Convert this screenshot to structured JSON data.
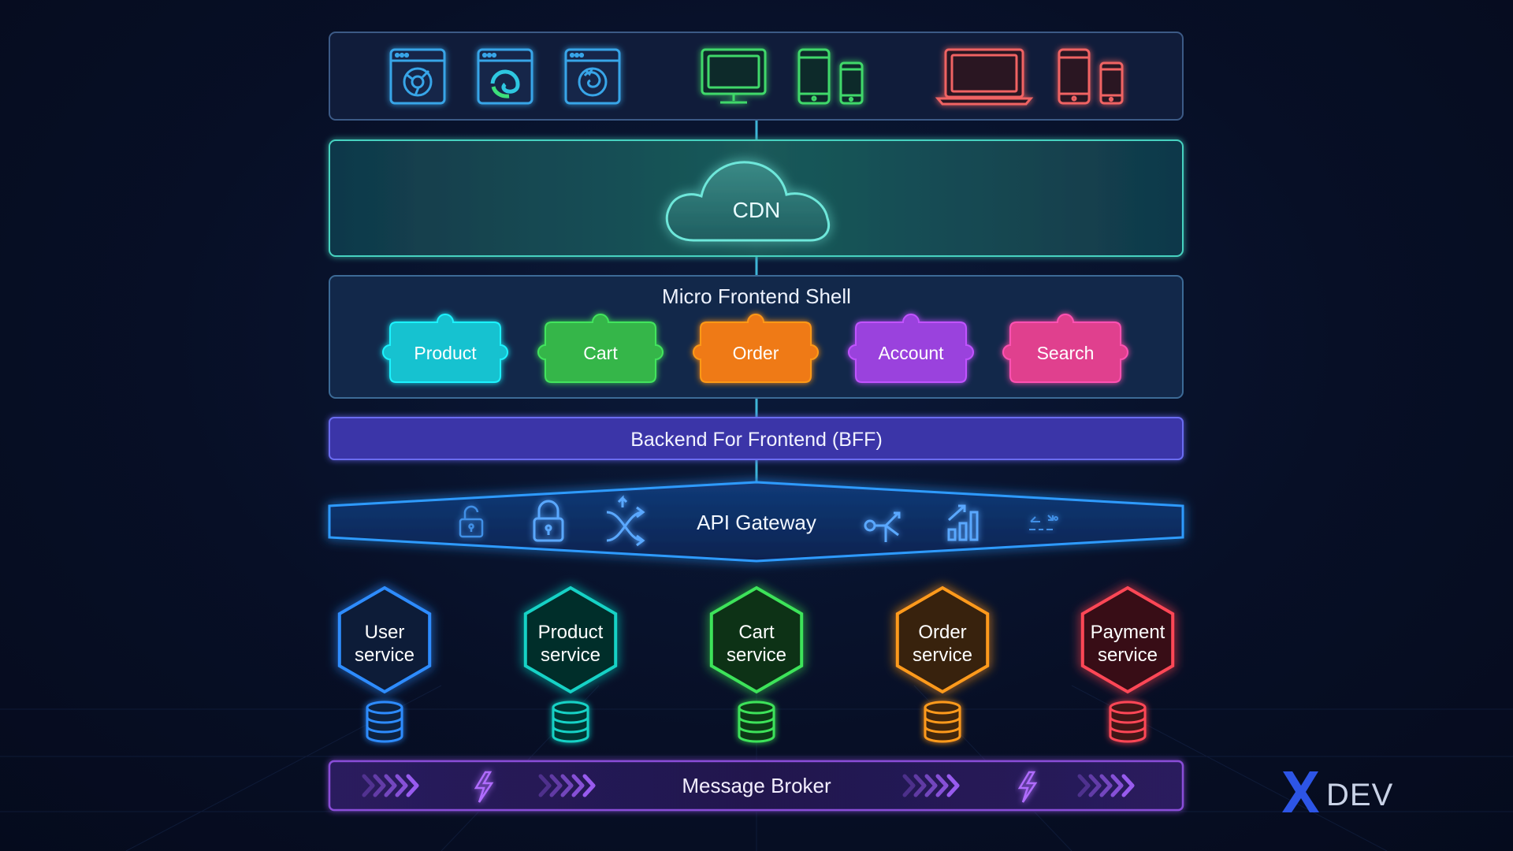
{
  "clients": {
    "browser_icons": [
      "chrome-browser-icon",
      "edge-browser-icon",
      "firefox-browser-icon"
    ],
    "device_groups": [
      {
        "name": "desktop-tablet-phone",
        "color": "#3fd86a"
      },
      {
        "name": "laptop-tablet-phone",
        "color": "#f06464"
      }
    ]
  },
  "cdn": {
    "label": "CDN"
  },
  "shell": {
    "title": "Micro Frontend Shell",
    "pieces": [
      {
        "label": "Product",
        "color": "#17c2d0"
      },
      {
        "label": "Cart",
        "color": "#35b64a"
      },
      {
        "label": "Order",
        "color": "#ef7a14"
      },
      {
        "label": "Account",
        "color": "#9a42dd"
      },
      {
        "label": "Search",
        "color": "#e0418e"
      }
    ]
  },
  "bff": {
    "label": "Backend For Frontend (BFF)"
  },
  "gateway": {
    "label": "API Gateway",
    "icons": [
      "unlock-icon",
      "lock-icon",
      "routing-icon",
      "branch-icon",
      "analytics-icon",
      "transform-icon"
    ]
  },
  "services": [
    {
      "line1": "User",
      "line2": "service",
      "color": "#2d8cff"
    },
    {
      "line1": "Product",
      "line2": "service",
      "color": "#19d2c6"
    },
    {
      "line1": "Cart",
      "line2": "service",
      "color": "#3ee35a"
    },
    {
      "line1": "Order",
      "line2": "service",
      "color": "#ff9a1f"
    },
    {
      "line1": "Payment",
      "line2": "service",
      "color": "#ff4657"
    }
  ],
  "broker": {
    "label": "Message Broker"
  },
  "logo": {
    "text": "DEV",
    "accent": "#2d55e6"
  },
  "colors": {
    "panel_border": "#3c5a86",
    "cdn_border": "#47d2c0",
    "bff_fill": "#3a34a8",
    "gateway_border": "#2f9bff",
    "broker_border": "#8a4ed8"
  }
}
